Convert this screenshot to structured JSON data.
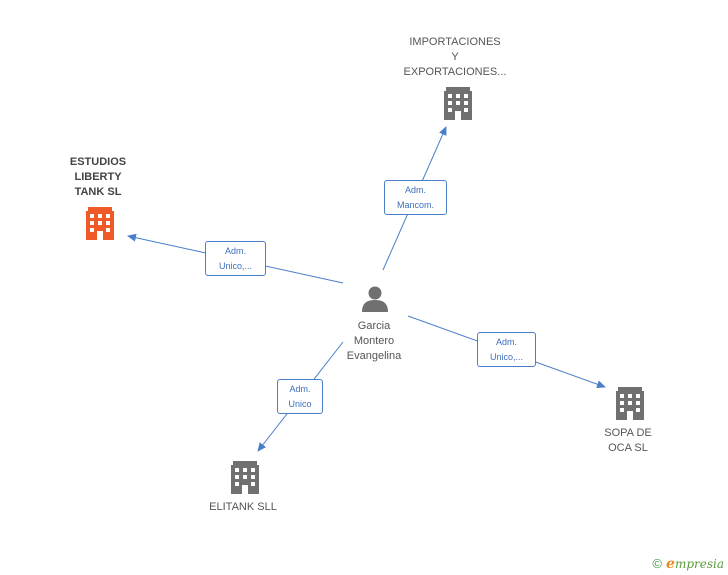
{
  "center": {
    "name_lines": [
      "Garcia",
      "Montero",
      "Evangelina"
    ]
  },
  "companies": [
    {
      "id": "importaciones",
      "lines": [
        "IMPORTACIONES",
        "Y",
        "EXPORTACIONES..."
      ],
      "highlight": false
    },
    {
      "id": "estudios",
      "lines": [
        "ESTUDIOS",
        "LIBERTY",
        "TANK SL"
      ],
      "highlight": true
    },
    {
      "id": "sopa",
      "lines": [
        "SOPA DE",
        "OCA SL"
      ],
      "highlight": false
    },
    {
      "id": "elitank",
      "lines": [
        "ELITANK SLL"
      ],
      "highlight": false
    }
  ],
  "relations": [
    {
      "target": "importaciones",
      "lines": [
        "Adm.",
        "Mancom."
      ]
    },
    {
      "target": "estudios",
      "lines": [
        "Adm.",
        "Unico,..."
      ]
    },
    {
      "target": "sopa",
      "lines": [
        "Adm.",
        "Unico,..."
      ]
    },
    {
      "target": "elitank",
      "lines": [
        "Adm.",
        "Unico"
      ]
    }
  ],
  "colors": {
    "edge": "#4a7ec9",
    "building": "#707070",
    "building_highlight": "#f05a28",
    "person": "#707070"
  },
  "footer": {
    "copyright": "©",
    "brand_initial": "e",
    "brand_rest": "mpresia"
  }
}
